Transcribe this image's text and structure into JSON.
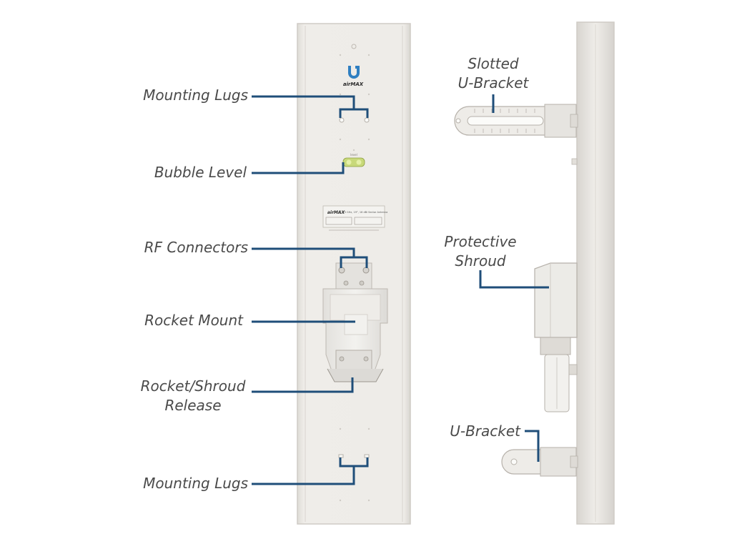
{
  "colors": {
    "leader": "#1f4e79",
    "label_text": "#4a4a4a",
    "panel_fill": "#eceae6",
    "panel_edge": "#cfcbc5",
    "metal_fill": "#e6e4e0",
    "logo_blue": "#2f7fc1",
    "bubble_green": "#b9d64a"
  },
  "front_view": {
    "labels": {
      "mounting_lugs_top": "Mounting Lugs",
      "bubble_level": "Bubble Level",
      "rf_connectors": "RF Connectors",
      "rocket_mount": "Rocket Mount",
      "rocket_shroud_release": "Rocket/Shroud\nRelease",
      "mounting_lugs_bottom": "Mounting Lugs"
    },
    "panel_markings": {
      "logo_wordmark": "airMAX",
      "bubble_caption": "level",
      "label_plate_brand": "airMAX",
      "label_plate_text": "5 GHz, 19°, 16 dBi Sector Antenna"
    }
  },
  "side_view": {
    "labels": {
      "slotted_u_bracket": "Slotted\nU-Bracket",
      "protective_shroud": "Protective\nShroud",
      "u_bracket": "U-Bracket"
    }
  }
}
